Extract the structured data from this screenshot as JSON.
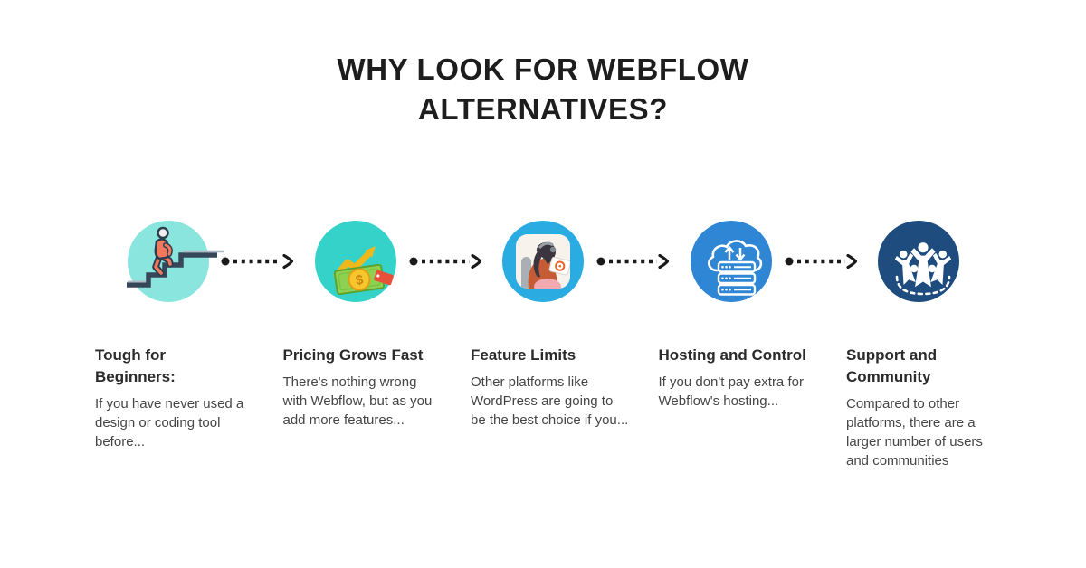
{
  "page": {
    "background": "#FFFFFF"
  },
  "title": {
    "text": "WHY LOOK FOR WEBFLOW ALTERNATIVES?",
    "color": "#1D1D1D"
  },
  "connector": {
    "style": "dotted-line-arrow",
    "color": "#1A1A1A"
  },
  "steps": [
    {
      "icon": "person-climbing-stairs-icon",
      "circle_color": "#89E5DE",
      "heading": "Tough for Beginners:",
      "body": "If you have never used a design or coding tool before..."
    },
    {
      "icon": "money-growth-chart-icon",
      "circle_color": "#35D2CA",
      "icon_symbol": "$",
      "heading": "Pricing Grows Fast",
      "body": "There's nothing wrong with Webflow, but as you add more features..."
    },
    {
      "icon": "woman-with-tablet-timer-icon",
      "circle_color": "#2AACE3",
      "heading": "Feature Limits",
      "body": "Other platforms like WordPress are going to be the best choice if you..."
    },
    {
      "icon": "cloud-server-hosting-icon",
      "circle_color": "#2E86D4",
      "heading": "Hosting and Control",
      "body": "If you don't pay extra for Webflow's hosting..."
    },
    {
      "icon": "community-people-icon",
      "circle_color": "#1E4C7E",
      "heading": "Support and Community",
      "body": "Compared to other platforms, there are a larger number of users and communities"
    }
  ]
}
